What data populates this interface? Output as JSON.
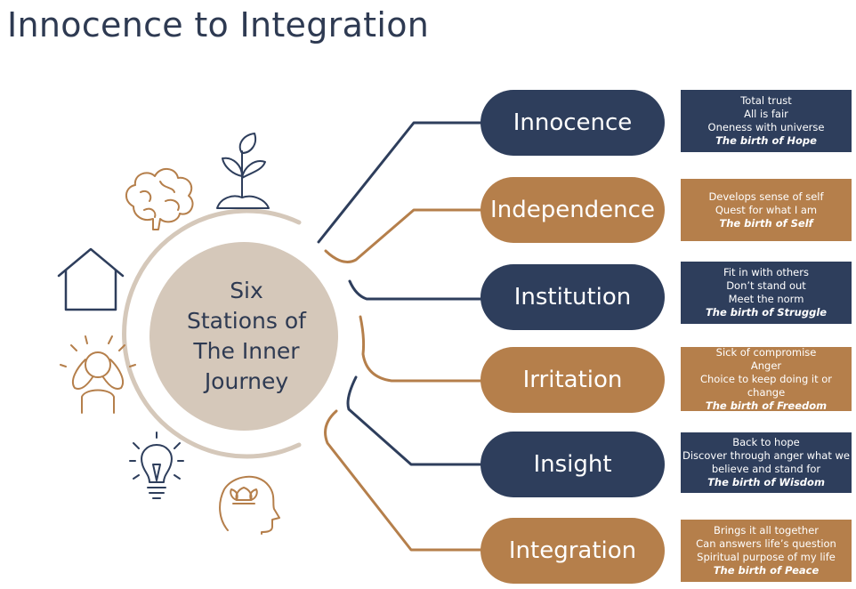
{
  "title": "Innocence to Integration",
  "center": {
    "lines": [
      "Six",
      "Stations of",
      "The Inner",
      "Journey"
    ]
  },
  "colors": {
    "navy": "#2e3e5c",
    "tan": "#b57f4b",
    "center_fill": "#d5c8ba",
    "ring": "#d5c8ba"
  },
  "icons": [
    "brain-icon",
    "sprout-icon",
    "house-icon",
    "stressed-person-icon",
    "lightbulb-icon",
    "lotus-head-icon"
  ],
  "stations": [
    {
      "name": "Innocence",
      "color": "navy",
      "details": [
        "Total trust",
        "All is fair",
        "Oneness with universe"
      ],
      "birth": "The birth of Hope"
    },
    {
      "name": "Independence",
      "color": "tan",
      "details": [
        "Develops sense of self",
        "Quest for what I am"
      ],
      "birth": "The birth of Self"
    },
    {
      "name": "Institution",
      "color": "navy",
      "details": [
        "Fit in with others",
        "Don’t stand out",
        "Meet the norm"
      ],
      "birth": "The birth of Struggle"
    },
    {
      "name": "Irritation",
      "color": "tan",
      "details": [
        "Sick of compromise",
        "Anger",
        "Choice to keep doing it or",
        "change"
      ],
      "birth": "The birth of Freedom"
    },
    {
      "name": "Insight",
      "color": "navy",
      "details": [
        "Back to hope",
        "Discover through anger what we",
        "believe and stand for"
      ],
      "birth": "The birth of Wisdom"
    },
    {
      "name": "Integration",
      "color": "tan",
      "details": [
        "Brings it all together",
        "Can answers life’s question",
        "Spiritual purpose of my life"
      ],
      "birth": "The birth of Peace"
    }
  ]
}
